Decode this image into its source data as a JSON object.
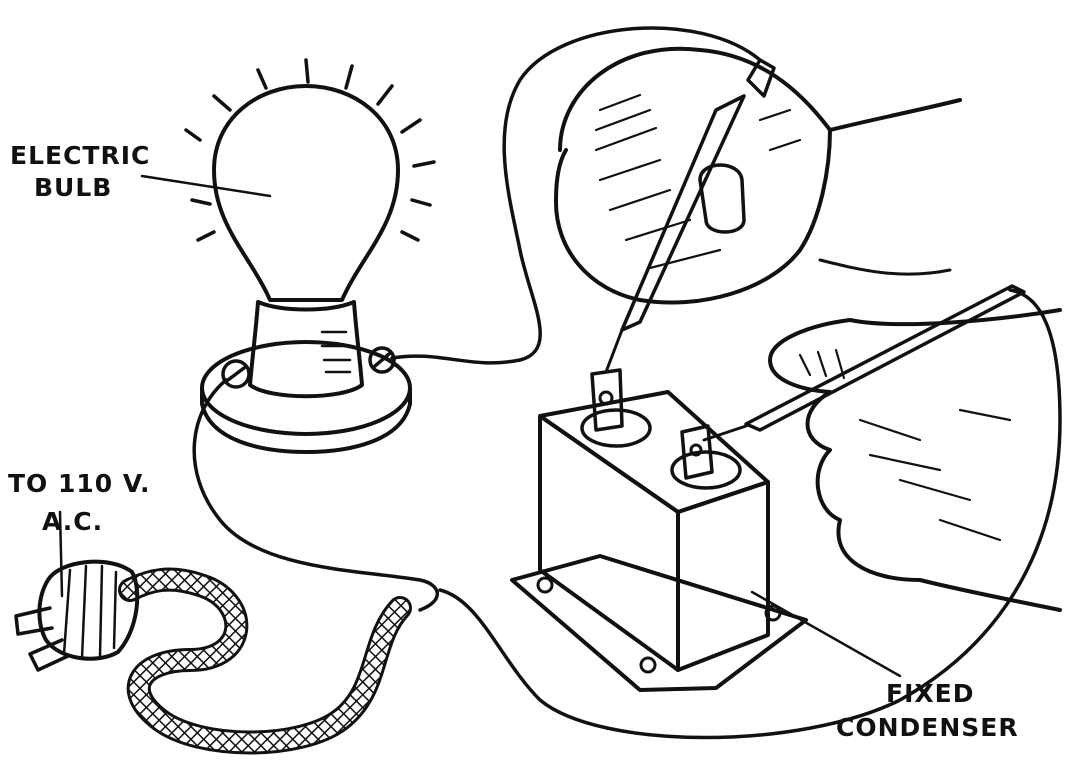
{
  "labels": {
    "bulb_line1": "ELECTRIC",
    "bulb_line2": "BULB",
    "supply_line1": "TO 110 V.",
    "supply_line2": "A.C.",
    "condenser_line1": "FIXED",
    "condenser_line2": "CONDENSER"
  },
  "colors": {
    "ink": "#111111",
    "paper": "#ffffff"
  }
}
